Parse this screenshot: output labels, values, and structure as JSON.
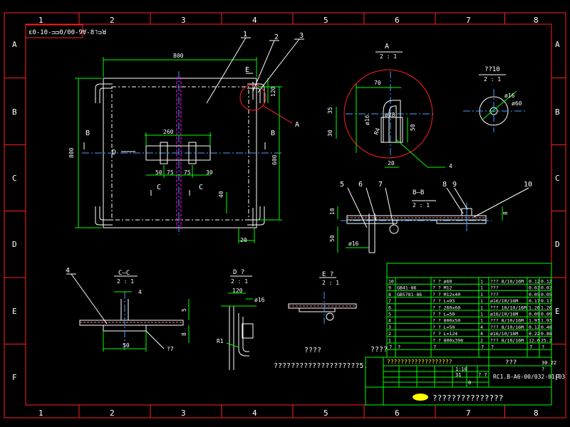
{
  "colors": {
    "background": "#000000",
    "frame": "#ff2020",
    "outline": "#ffffff",
    "dimension": "#00ff00",
    "centerline": "#4aa0ff",
    "hidden": "#ff00ff",
    "hatch": "#ff8080",
    "label": "#ffff00",
    "table": "#00ff00"
  },
  "frame": {
    "columns": [
      "1",
      "2",
      "3",
      "4",
      "5",
      "6",
      "7",
      "8"
    ],
    "rows": [
      "A",
      "B",
      "C",
      "D",
      "E",
      "F"
    ],
    "stamp": "ɛ0-10-ᴝᴝ0/00-9∀-8˥ᴝꓤ"
  },
  "views": {
    "main": {
      "balloons": [
        "1",
        "2",
        "3"
      ],
      "dims": {
        "width": "800",
        "height": "800",
        "inner": "600",
        "top_right": "120",
        "center": "260",
        "d50": "50",
        "d75a": "75",
        "d75b": "75",
        "d30": "30",
        "d40": "40",
        "d20": "20"
      },
      "section_marks": {
        "b_left": "B",
        "b_right": "B",
        "c_left": "C",
        "c_right": "C",
        "d": "D",
        "e": "E"
      }
    },
    "detail_a": {
      "title": "A",
      "scale": "2 : 1",
      "dims": {
        "d70": "70",
        "phi28": "ø28",
        "d35": "35",
        "d30": "30",
        "phi16": "ø16",
        "r": "R4",
        "d50": "50",
        "d20": "20"
      },
      "callout": "4",
      "leader_label": "A"
    },
    "detail_10": {
      "title": "??10",
      "scale": "2 : 1",
      "dims": {
        "phi16": "ø16",
        "phi60": "ø60"
      }
    },
    "section_bb": {
      "title": "B—B",
      "scale": "2 : 1",
      "balloons": [
        "5",
        "6",
        "7",
        "8",
        "9",
        "10"
      ],
      "dims": {
        "d10": "10",
        "d50": "50",
        "phi16": "ø16",
        "d8": "8"
      }
    },
    "section_cc": {
      "title": "C—C",
      "scale": "2 : 1",
      "balloon": "4",
      "dims": {
        "d4": "4",
        "d5": "5",
        "d8": "8",
        "d50": "50",
        "weld": "?7"
      }
    },
    "view_d": {
      "title": "D ?",
      "scale": "2 : 1",
      "dims": {
        "d120": "120",
        "phi16": "ø16",
        "r": "R1"
      }
    },
    "view_e": {
      "title": "E ?",
      "scale": "2 : 1"
    }
  },
  "notes": {
    "heading": "????",
    "text": "????????????????????5."
  },
  "bom": {
    "rows": [
      [
        "10",
        "",
        "? ? ø60",
        "1",
        "??? 8/10/16M",
        "0.12",
        "0.12"
      ],
      [
        "9",
        "GB41-86",
        "? ? M12",
        "1",
        "???",
        "0.02",
        "0.02"
      ],
      [
        "8",
        "GB5781-86",
        "? ? M12x40",
        "1",
        "???",
        "0.05",
        "0.05"
      ],
      [
        "7",
        "",
        "? ? L=93",
        "1",
        "ø16/10/16M",
        "0.17",
        "0.17"
      ],
      [
        "6",
        "",
        "? ? 260x60",
        "1",
        "??? 10/10/16M",
        "1.26",
        "1.26"
      ],
      [
        "5",
        "",
        "? ? L=50",
        "1",
        "ø16/10/16M",
        "0.09",
        "0.09"
      ],
      [
        "4",
        "",
        "? ? 800x50",
        "1",
        "??? 8/10/16M",
        "1.93",
        "1.93"
      ],
      [
        "3",
        "",
        "? ? L=50",
        "4",
        "??? 8/10/16M",
        "0.12",
        "0.48"
      ],
      [
        "2",
        "",
        "? ? L=124",
        "4",
        "ø16/10/16M",
        "0.22",
        "0.88"
      ],
      [
        "1",
        "",
        "? ? 800x398",
        "2",
        "??? 8/10/16M",
        "12.6",
        "25.2"
      ]
    ],
    "header": [
      "?",
      "?",
      "?",
      "?",
      "?",
      "?",
      "?"
    ],
    "header_extra": "????"
  },
  "title_block": {
    "top_right": "???",
    "drawing_no": "RC1.B-A6-00/032-01-03",
    "company": "???????????????",
    "sign_label": "???????????????????",
    "scale": "1:10",
    "weight": "31",
    "sheet": "0",
    "mark": "? ?",
    "mass_cells": [
      "30.22",
      "?"
    ]
  }
}
